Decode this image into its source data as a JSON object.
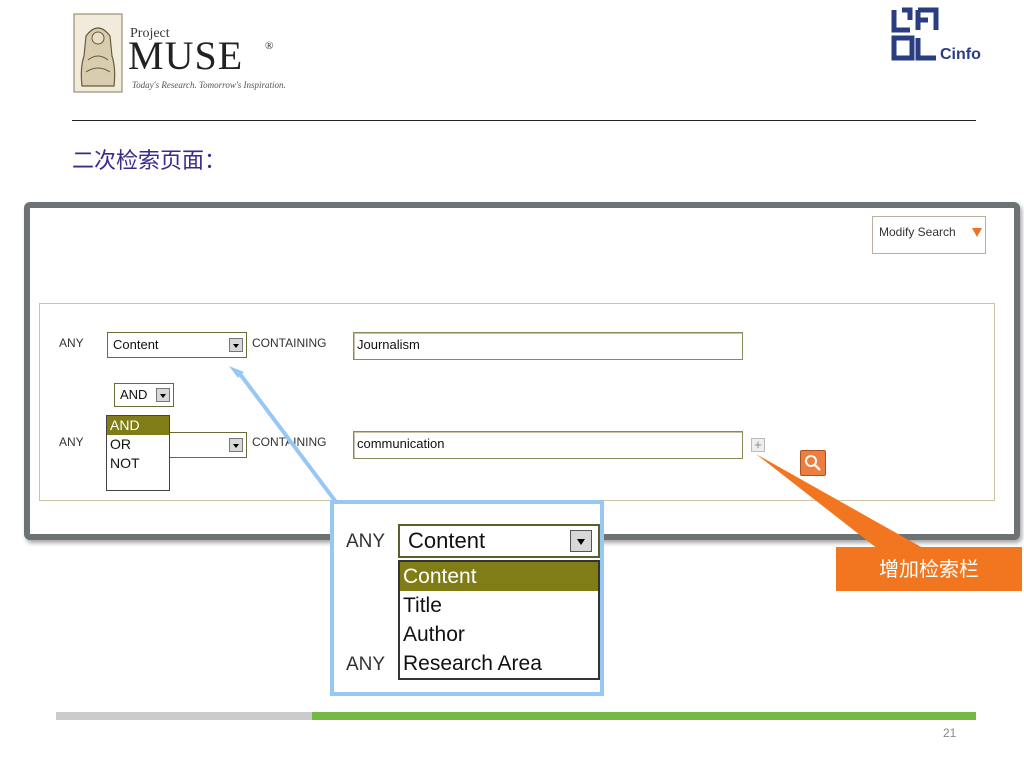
{
  "header": {
    "muse_small": "Project",
    "muse_big": "MUSE",
    "muse_reg": "®",
    "muse_tagline": "Today's Research. Tomorrow's Inspiration.",
    "cinfo_text": "Cinfo"
  },
  "page_title": "二次检索页面：",
  "panel": {
    "modify_label": "Modify Search",
    "row1": {
      "any": "ANY",
      "field": "Content",
      "containing": "CONTAINING",
      "value": "Journalism"
    },
    "operator": {
      "selected": "AND",
      "options": [
        "AND",
        "OR",
        "NOT"
      ]
    },
    "row2": {
      "any": "ANY",
      "containing": "CONTAINING",
      "value": "communication"
    },
    "plus": "+"
  },
  "zoom": {
    "any_top": "ANY",
    "any_bottom": "ANY",
    "selected": "Content",
    "options": [
      "Content",
      "Title",
      "Author",
      "Research Area"
    ]
  },
  "callout_label": "增加检索栏",
  "page_number": "21",
  "colors": {
    "accent_orange": "#f1761f",
    "callout_blue": "#97c8f4",
    "green_bar": "#72b843",
    "title_purple": "#3a2a8c"
  }
}
